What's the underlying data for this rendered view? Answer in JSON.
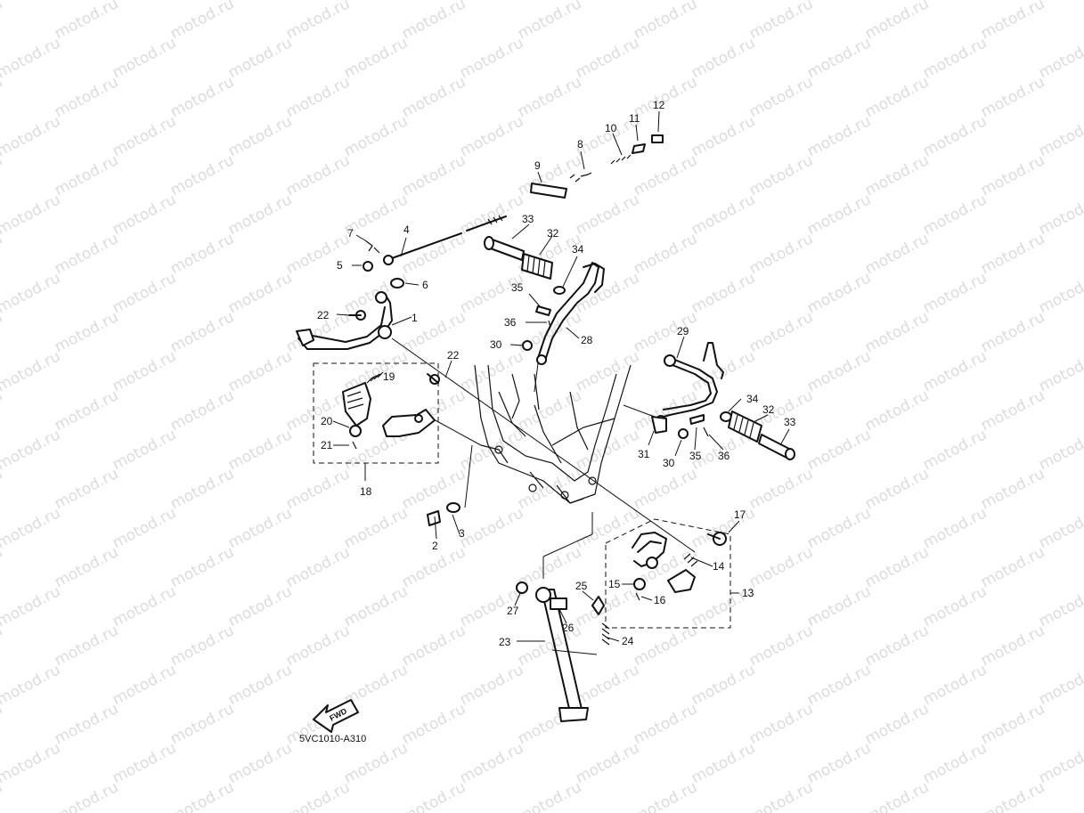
{
  "watermark": "motod.ru",
  "diagram_code": "5VC1010-A310",
  "fwd_label": "FWD",
  "callouts": [
    "1",
    "2",
    "3",
    "4",
    "5",
    "6",
    "7",
    "8",
    "9",
    "10",
    "11",
    "12",
    "13",
    "14",
    "15",
    "16",
    "17",
    "18",
    "19",
    "20",
    "21",
    "22",
    "22",
    "23",
    "24",
    "25",
    "26",
    "27",
    "28",
    "29",
    "30",
    "30",
    "31",
    "32",
    "32",
    "33",
    "33",
    "34",
    "34",
    "35",
    "35",
    "36",
    "36"
  ]
}
